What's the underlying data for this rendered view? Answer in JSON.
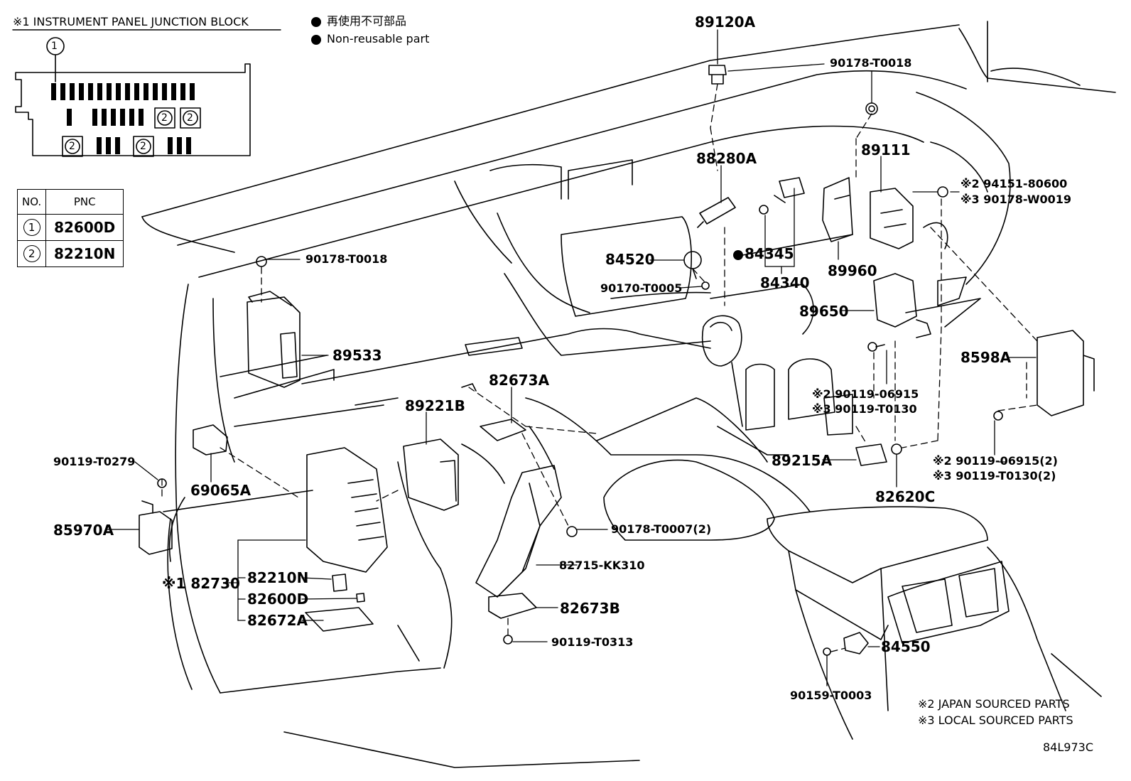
{
  "header": {
    "junction_block_title": "※1 INSTRUMENT PANEL JUNCTION BLOCK",
    "legend_jp": "再使用不可部品",
    "legend_en": "Non-reusable part"
  },
  "table": {
    "col_no": "NO.",
    "col_pnc": "PNC",
    "rows": [
      {
        "no": "1",
        "pnc": "82600D"
      },
      {
        "no": "2",
        "pnc": "82210N"
      }
    ]
  },
  "inset": {
    "callout_1": "1",
    "fuse_2_a": "2",
    "fuse_2_b": "2",
    "fuse_2_c": "2",
    "fuse_2_d": "2"
  },
  "parts": {
    "p89120A": "89120A",
    "p90178T0018_top": "90178-T0018",
    "p89111": "89111",
    "p88280A": "88280A",
    "p94151": "※2 94151-80600",
    "p90178W0019": "※3 90178-W0019",
    "p90178T0018_left": "90178-T0018",
    "p84520": "84520",
    "p84345": "84345",
    "p89960": "89960",
    "p90170T0005": "90170-T0005",
    "p84340": "84340",
    "p89650": "89650",
    "p89533": "89533",
    "p82673A": "82673A",
    "p8598A": "8598A",
    "p89221B": "89221B",
    "p90119_06915": "※2 90119-06915",
    "p90119_T0130": "※3 90119-T0130",
    "p90119T0279": "90119-T0279",
    "p69065A": "69065A",
    "p89215A": "89215A",
    "p90119_06915_2": "※2 90119-06915(2)",
    "p90119_T0130_2": "※3 90119-T0130(2)",
    "p82620C": "82620C",
    "p85970A": "85970A",
    "p90178T0007": "90178-T0007(2)",
    "p82210N": "82210N",
    "p82730": "※1 82730",
    "p82715": "82715-KK310",
    "p82600D": "82600D",
    "p82673B": "82673B",
    "p82672A": "82672A",
    "p90119T0313": "90119-T0313",
    "p84550": "84550",
    "p90159T0003": "90159-T0003"
  },
  "footer": {
    "note_japan": "※2 JAPAN SOURCED PARTS",
    "note_local": "※3 LOCAL SOURCED PARTS",
    "diagram_id": "84L973C"
  }
}
